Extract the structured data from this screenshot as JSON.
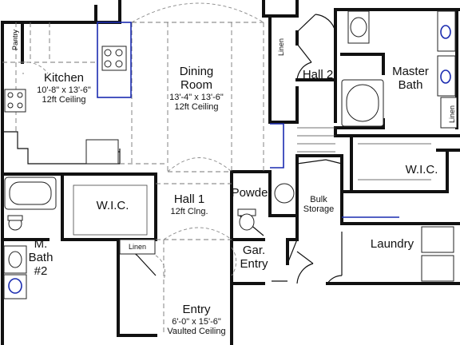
{
  "rooms": {
    "kitchen": {
      "name": "Kitchen",
      "size": "10'-8\" x 13'-6\"",
      "ceiling": "12ft Ceiling"
    },
    "dining": {
      "name": "Dining\nRoom",
      "size": "13'-4\" x 13'-6\"",
      "ceiling": "12ft Ceiling"
    },
    "hall2": {
      "name": "Hall 2"
    },
    "master_bath": {
      "name": "Master\nBath"
    },
    "wic_master": {
      "name": "W.I.C."
    },
    "wic_left": {
      "name": "W.I.C."
    },
    "hall1": {
      "name": "Hall 1",
      "ceiling": "12ft Clng."
    },
    "powder": {
      "name": "Powder"
    },
    "bulk": {
      "name": "Bulk\nStorage"
    },
    "laundry": {
      "name": "Laundry"
    },
    "mbath2": {
      "name": "M.\nBath\n#2"
    },
    "gar_entry": {
      "name": "Gar.\nEntry"
    },
    "entry": {
      "name": "Entry",
      "size": "6'-0\" x 15'-6\"",
      "ceiling": "Vaulted Ceiling"
    }
  },
  "closets": {
    "pantry": "Pantry",
    "linen_hall2": "Linen",
    "linen_master": "Linen",
    "linen_left": "Linen"
  },
  "colors": {
    "wall": "#111111",
    "accent": "#1a2bb0"
  }
}
